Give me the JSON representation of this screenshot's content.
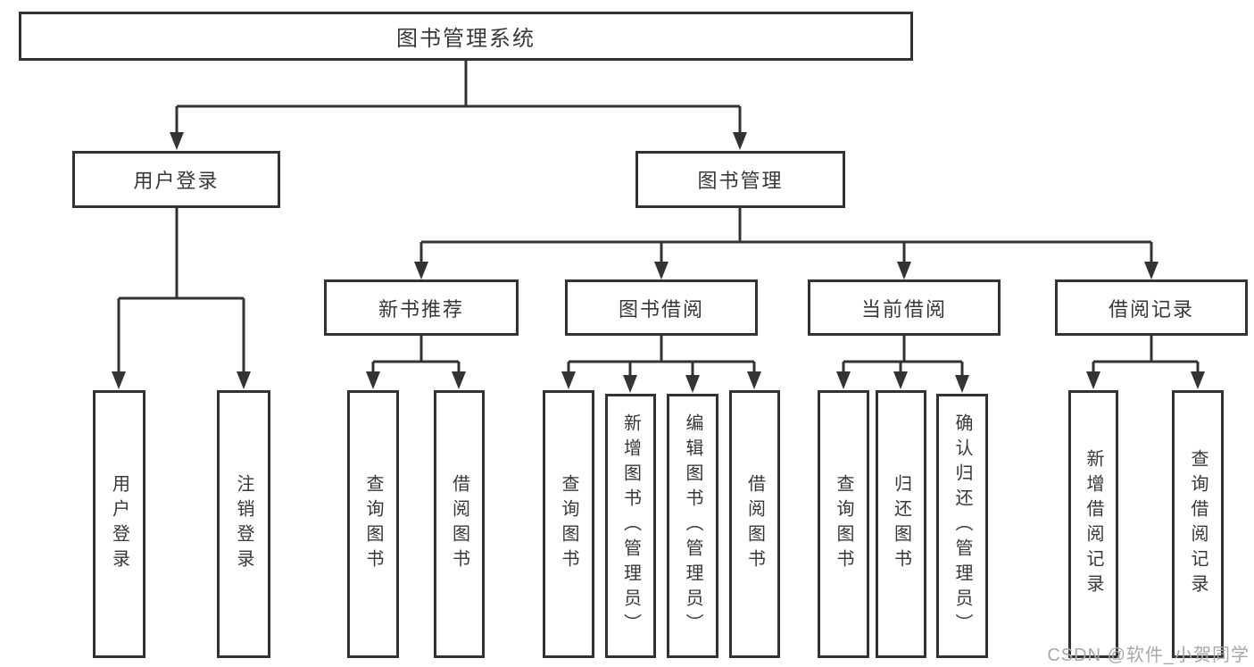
{
  "tree": {
    "root": "图书管理系统",
    "l2": [
      "用户登录",
      "图书管理"
    ],
    "l3": [
      "新书推荐",
      "图书借阅",
      "当前借阅",
      "借阅记录"
    ],
    "l4": [
      "用户登录",
      "注销登录",
      "查询图书",
      "借阅图书",
      "查询图书",
      "新增图书（管理员）",
      "编辑图书（管理员）",
      "借阅图书",
      "查询图书",
      "归还图书",
      "确认归还（管理员）",
      "新增借阅记录",
      "查询借阅记录"
    ]
  },
  "watermark": "CSDN @软件_小贺同学",
  "colors": {
    "line": "#333333",
    "text": "#383838",
    "watermark": "#a8a8a8",
    "background": "#ffffff"
  }
}
